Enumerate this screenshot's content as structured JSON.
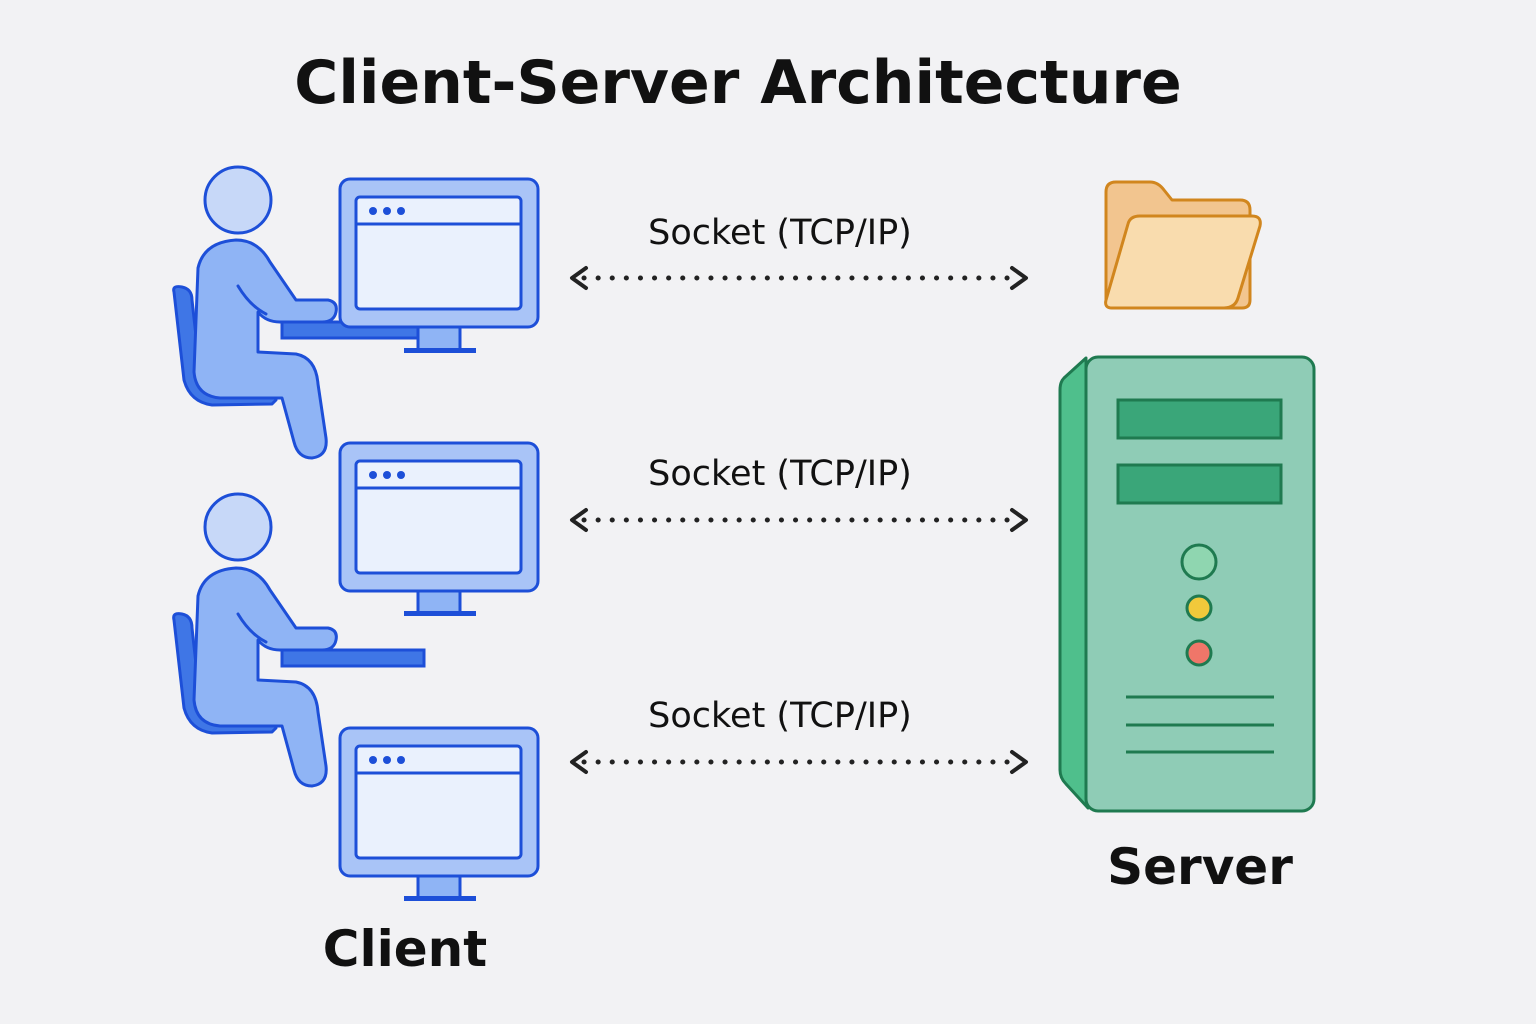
{
  "title": "Client-Server Architecture",
  "connections": [
    {
      "label": "Socket (TCP/IP)"
    },
    {
      "label": "Socket (TCP/IP)"
    },
    {
      "label": "Socket (TCP/IP)"
    }
  ],
  "nodes": {
    "client_label": "Client",
    "server_label": "Server"
  },
  "icons": {
    "user": "person-at-desk-icon",
    "monitor": "monitor-icon",
    "server": "server-tower-icon",
    "folder": "folder-icon"
  },
  "colors": {
    "background": "#f2f2f4",
    "client_stroke": "#1d4fd8",
    "client_fill": "#8fb4f5",
    "client_light": "#c7d8f8",
    "server_stroke": "#1f7a50",
    "server_fill": "#8fccb6",
    "server_bar": "#3aa679",
    "folder_stroke": "#d1861e",
    "folder_fill": "#f9dcae",
    "led_green": "#8fd6b0",
    "led_yellow": "#f1c93b",
    "led_red": "#ef7669",
    "arrow": "#222222"
  }
}
